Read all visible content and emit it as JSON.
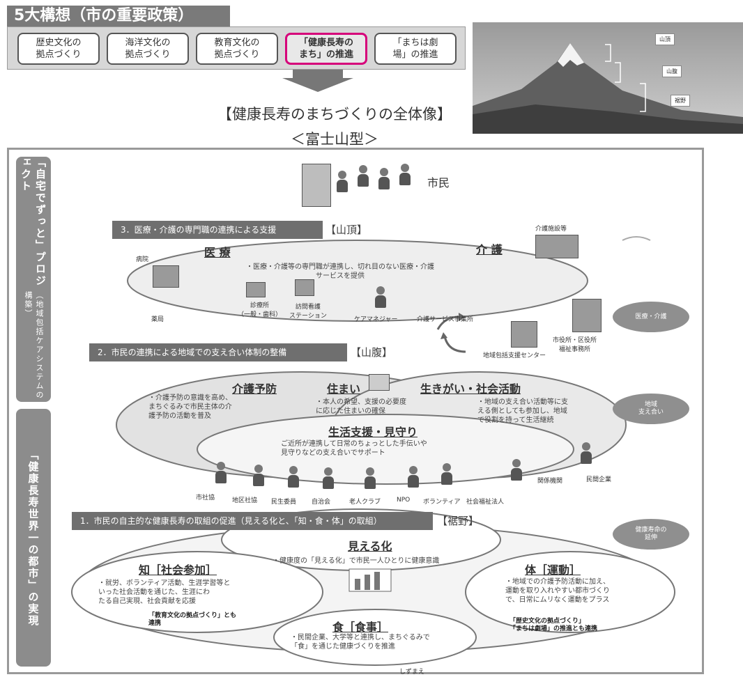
{
  "banner": {
    "title": "5大構想（市の重要政策）",
    "pills": [
      "歴史文化の\n拠点づくり",
      "海洋文化の\n拠点づくり",
      "教育文化の\n拠点づくり",
      "「健康長寿の\nまち」の推進",
      "「まちは劇\n場」の推進"
    ]
  },
  "overview": {
    "title": "【健康長寿のまちづくりの全体像】",
    "subtitle": "＜富士山型＞"
  },
  "photo_labels": [
    "山頂",
    "山腹",
    "裾野"
  ],
  "bands": {
    "upper_main": "「自宅でずっと」プロジェクト",
    "upper_sub": "（地域包括ケアシステムの構築）",
    "lower_main": "「健康長寿世界一の都市」の実現"
  },
  "citizens_label": "市民",
  "sections": {
    "s3": {
      "label": "3．医療・介護の専門職の連携による支援",
      "tag": "【山頂】"
    },
    "s2": {
      "label": "2．市民の連携による地域での支え合い体制の整備",
      "tag": "【山腹】"
    },
    "s1": {
      "label": "1．市民の自主的な健康長寿の取組の促進（見える化と、「知・食・体」の取組）",
      "tag": "【裾野】"
    }
  },
  "summit": {
    "medical_heading": "医 療",
    "care_heading": "介 護",
    "caption": "・医療・介護等の専門職が連携し、切れ目のない医療・介護\nサービスを提供",
    "labels": {
      "hospital": "病院",
      "pharmacy": "薬局",
      "clinic": "診療所\n（一般・歯科）",
      "nursing_station": "訪問看護\nステーション",
      "care_manager": "ケアマネジャー",
      "care_office": "介護サービス事業所",
      "care_facility": "介護施設等",
      "city_office": "市役所・区役所\n福祉事務所",
      "support_center": "地域包括支援センター"
    }
  },
  "slope": {
    "prevention_heading": "介護予防",
    "prevention_caption": "・介護予防の意識を高め、\nまちぐるみで市民主体の介\n護予防の活動を普及",
    "housing_heading": "住まい",
    "housing_caption": "・本人の希望、支援の必要度\nに応じた住まいの確保",
    "purpose_heading": "生きがい・社会活動",
    "purpose_caption": "・地域の支え合い活動等に支\nえる側としても参加し、地域\nで役割を持って生活継続",
    "support_heading": "生活支援・見守り",
    "support_caption": "ご近所が連携して日常のちょっとした手伝いや\n見守りなどの支え合いでサポート",
    "actors": [
      "市社協",
      "地区社協",
      "民生委員",
      "自治会",
      "老人クラブ",
      "NPO",
      "ボランティア",
      "社会福祉法人",
      "関係機関",
      "民間企業"
    ]
  },
  "base": {
    "visible_heading": "見える化",
    "visible_caption": "・健康度の「見える化」で市民一人ひとりに健康意識",
    "know_heading": "知［社会参加］",
    "know_caption": "・就労、ボランティア活動、生涯学習等と\nいった社会活動を通じた、生涯にわ\nたる自己実現、社会貢献を応援",
    "body_heading": "体［運動］",
    "body_caption": "・地域での介護予防活動に加え、\n運動を取り入れやすい都市づくり\nで、日常にムリなく運動をプラス",
    "food_heading": "食［食事］",
    "food_caption": "・民間企業、大学等と連携し、まちぐるみで\n「食」を通じた健康づくりを推進",
    "note_left": "「教育文化の拠点づくり」とも\n連携",
    "note_right": "「歴史文化の拠点づくり」\n「まちは劇場」の推進とも連携",
    "shizumae": "しずまえ"
  },
  "side_ovals": [
    "医療・介護",
    "地域\n支え合い",
    "健康寿命の\n延伸"
  ]
}
